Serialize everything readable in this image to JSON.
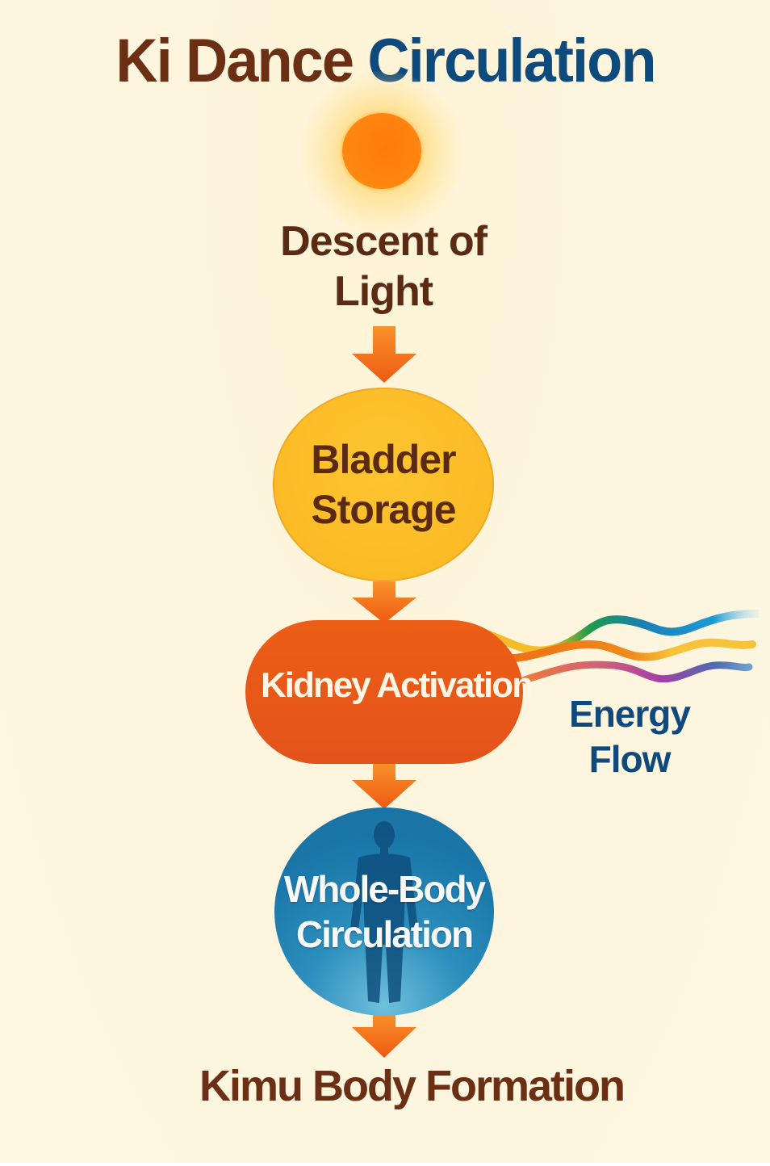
{
  "title": {
    "part1": "Ki Dance",
    "part2": "Circulation",
    "colors": {
      "part1": "#6b2f14",
      "part2": "#0e4a7c"
    }
  },
  "sun": {
    "icon": "sun-icon",
    "color": "#ff7a0c"
  },
  "steps": [
    {
      "id": "descent",
      "line1": "Descent of",
      "line2": "Light",
      "shape": "text"
    },
    {
      "id": "bladder",
      "line1": "Bladder",
      "line2": "Storage",
      "shape": "circle",
      "color": "#fbbb26"
    },
    {
      "id": "kidney",
      "label": "Kidney Activation",
      "shape": "rounded-rect",
      "color": "#e85818"
    },
    {
      "id": "whole",
      "line1": "Whole-Body",
      "line2": "Circulation",
      "shape": "circle",
      "color": "#1b78aa",
      "icon": "human-figure-icon"
    },
    {
      "id": "kimu",
      "label": "Kimu Body Formation",
      "shape": "text"
    }
  ],
  "energy_flow": {
    "line1": "Energy",
    "line2": "Flow",
    "color": "#10497c",
    "streams": [
      {
        "name": "top-stream",
        "colors": [
          "#f7b92a",
          "#1f9b4a",
          "#1c8fd0"
        ]
      },
      {
        "name": "middle-stream",
        "colors": [
          "#ee6a14",
          "#f8c23a"
        ]
      },
      {
        "name": "bottom-stream",
        "colors": [
          "#e88a50",
          "#a43fa8",
          "#3c78b4"
        ]
      }
    ]
  },
  "arrow_color": "#f5751a"
}
